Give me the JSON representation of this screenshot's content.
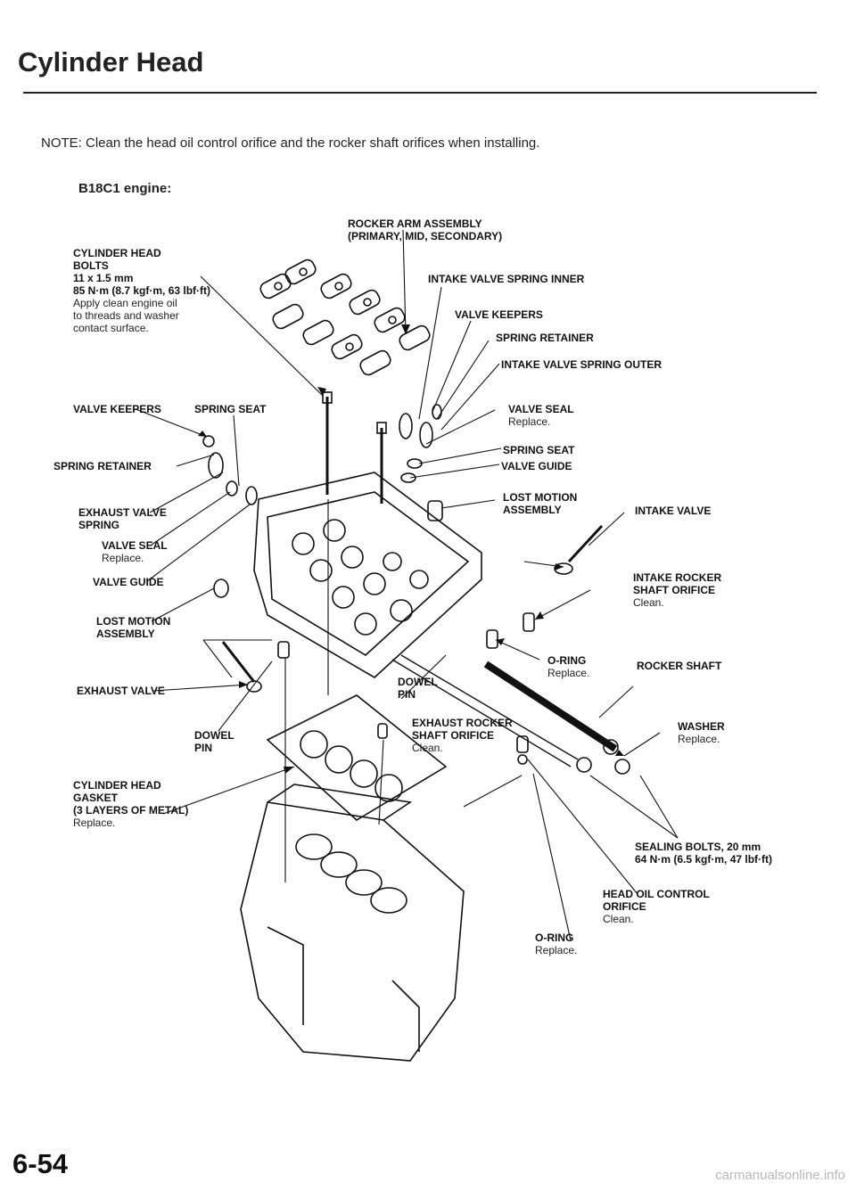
{
  "title": "Cylinder Head",
  "note": "NOTE: Clean the head oil control orifice and the rocker shaft orifices when installing.",
  "engine": "B18C1 engine:",
  "page_number": "6-54",
  "watermark": "carmanualsonline.info",
  "labels": {
    "rocker_arm": [
      "ROCKER ARM ASSEMBLY",
      "(PRIMARY, MID, SECONDARY)"
    ],
    "head_bolts": [
      "CYLINDER HEAD",
      "BOLTS",
      "11 x 1.5 mm",
      "85 N·m (8.7 kgf·m, 63 lbf·ft)"
    ],
    "head_bolts_note": [
      "Apply clean engine oil",
      "to threads and washer",
      "contact surface."
    ],
    "intake_spring_inner": "INTAKE VALVE SPRING INNER",
    "valve_keepers_r": "VALVE KEEPERS",
    "spring_retainer_r": "SPRING RETAINER",
    "intake_spring_outer": "INTAKE VALVE SPRING OUTER",
    "valve_keepers_l": "VALVE KEEPERS",
    "spring_seat_l": "SPRING SEAT",
    "valve_seal_r": "VALVE SEAL",
    "valve_seal_r_note": "Replace.",
    "spring_seat_r": "SPRING SEAT",
    "valve_guide_r": "VALVE GUIDE",
    "spring_retainer_l": "SPRING RETAINER",
    "exhaust_spring": [
      "EXHAUST VALVE",
      "SPRING"
    ],
    "lost_motion_r": [
      "LOST MOTION",
      "ASSEMBLY"
    ],
    "intake_valve": "INTAKE VALVE",
    "valve_seal_l": "VALVE SEAL",
    "valve_seal_l_note": "Replace.",
    "valve_guide_l": "VALVE GUIDE",
    "intake_rocker_orifice": [
      "INTAKE ROCKER",
      "SHAFT ORIFICE"
    ],
    "intake_rocker_orifice_note": "Clean.",
    "lost_motion_l": [
      "LOST MOTION",
      "ASSEMBLY"
    ],
    "oring_mid": "O-RING",
    "oring_mid_note": "Replace.",
    "rocker_shaft": "ROCKER SHAFT",
    "exhaust_valve": "EXHAUST VALVE",
    "dowel_pin_r": [
      "DOWEL",
      "PIN"
    ],
    "exhaust_rocker_orifice": [
      "EXHAUST ROCKER",
      "SHAFT ORIFICE"
    ],
    "exhaust_rocker_orifice_note": "Clean.",
    "dowel_pin_l": [
      "DOWEL",
      "PIN"
    ],
    "washer": "WASHER",
    "washer_note": "Replace.",
    "gasket": [
      "CYLINDER HEAD",
      "GASKET",
      "(3 LAYERS OF METAL)"
    ],
    "gasket_note": "Replace.",
    "sealing_bolts": [
      "SEALING BOLTS, 20 mm",
      "64 N·m (6.5 kgf·m, 47 lbf·ft)"
    ],
    "head_oil_orifice": [
      "HEAD OIL CONTROL",
      "ORIFICE"
    ],
    "head_oil_orifice_note": "Clean.",
    "oring_bottom": "O-RING",
    "oring_bottom_note": "Replace."
  }
}
